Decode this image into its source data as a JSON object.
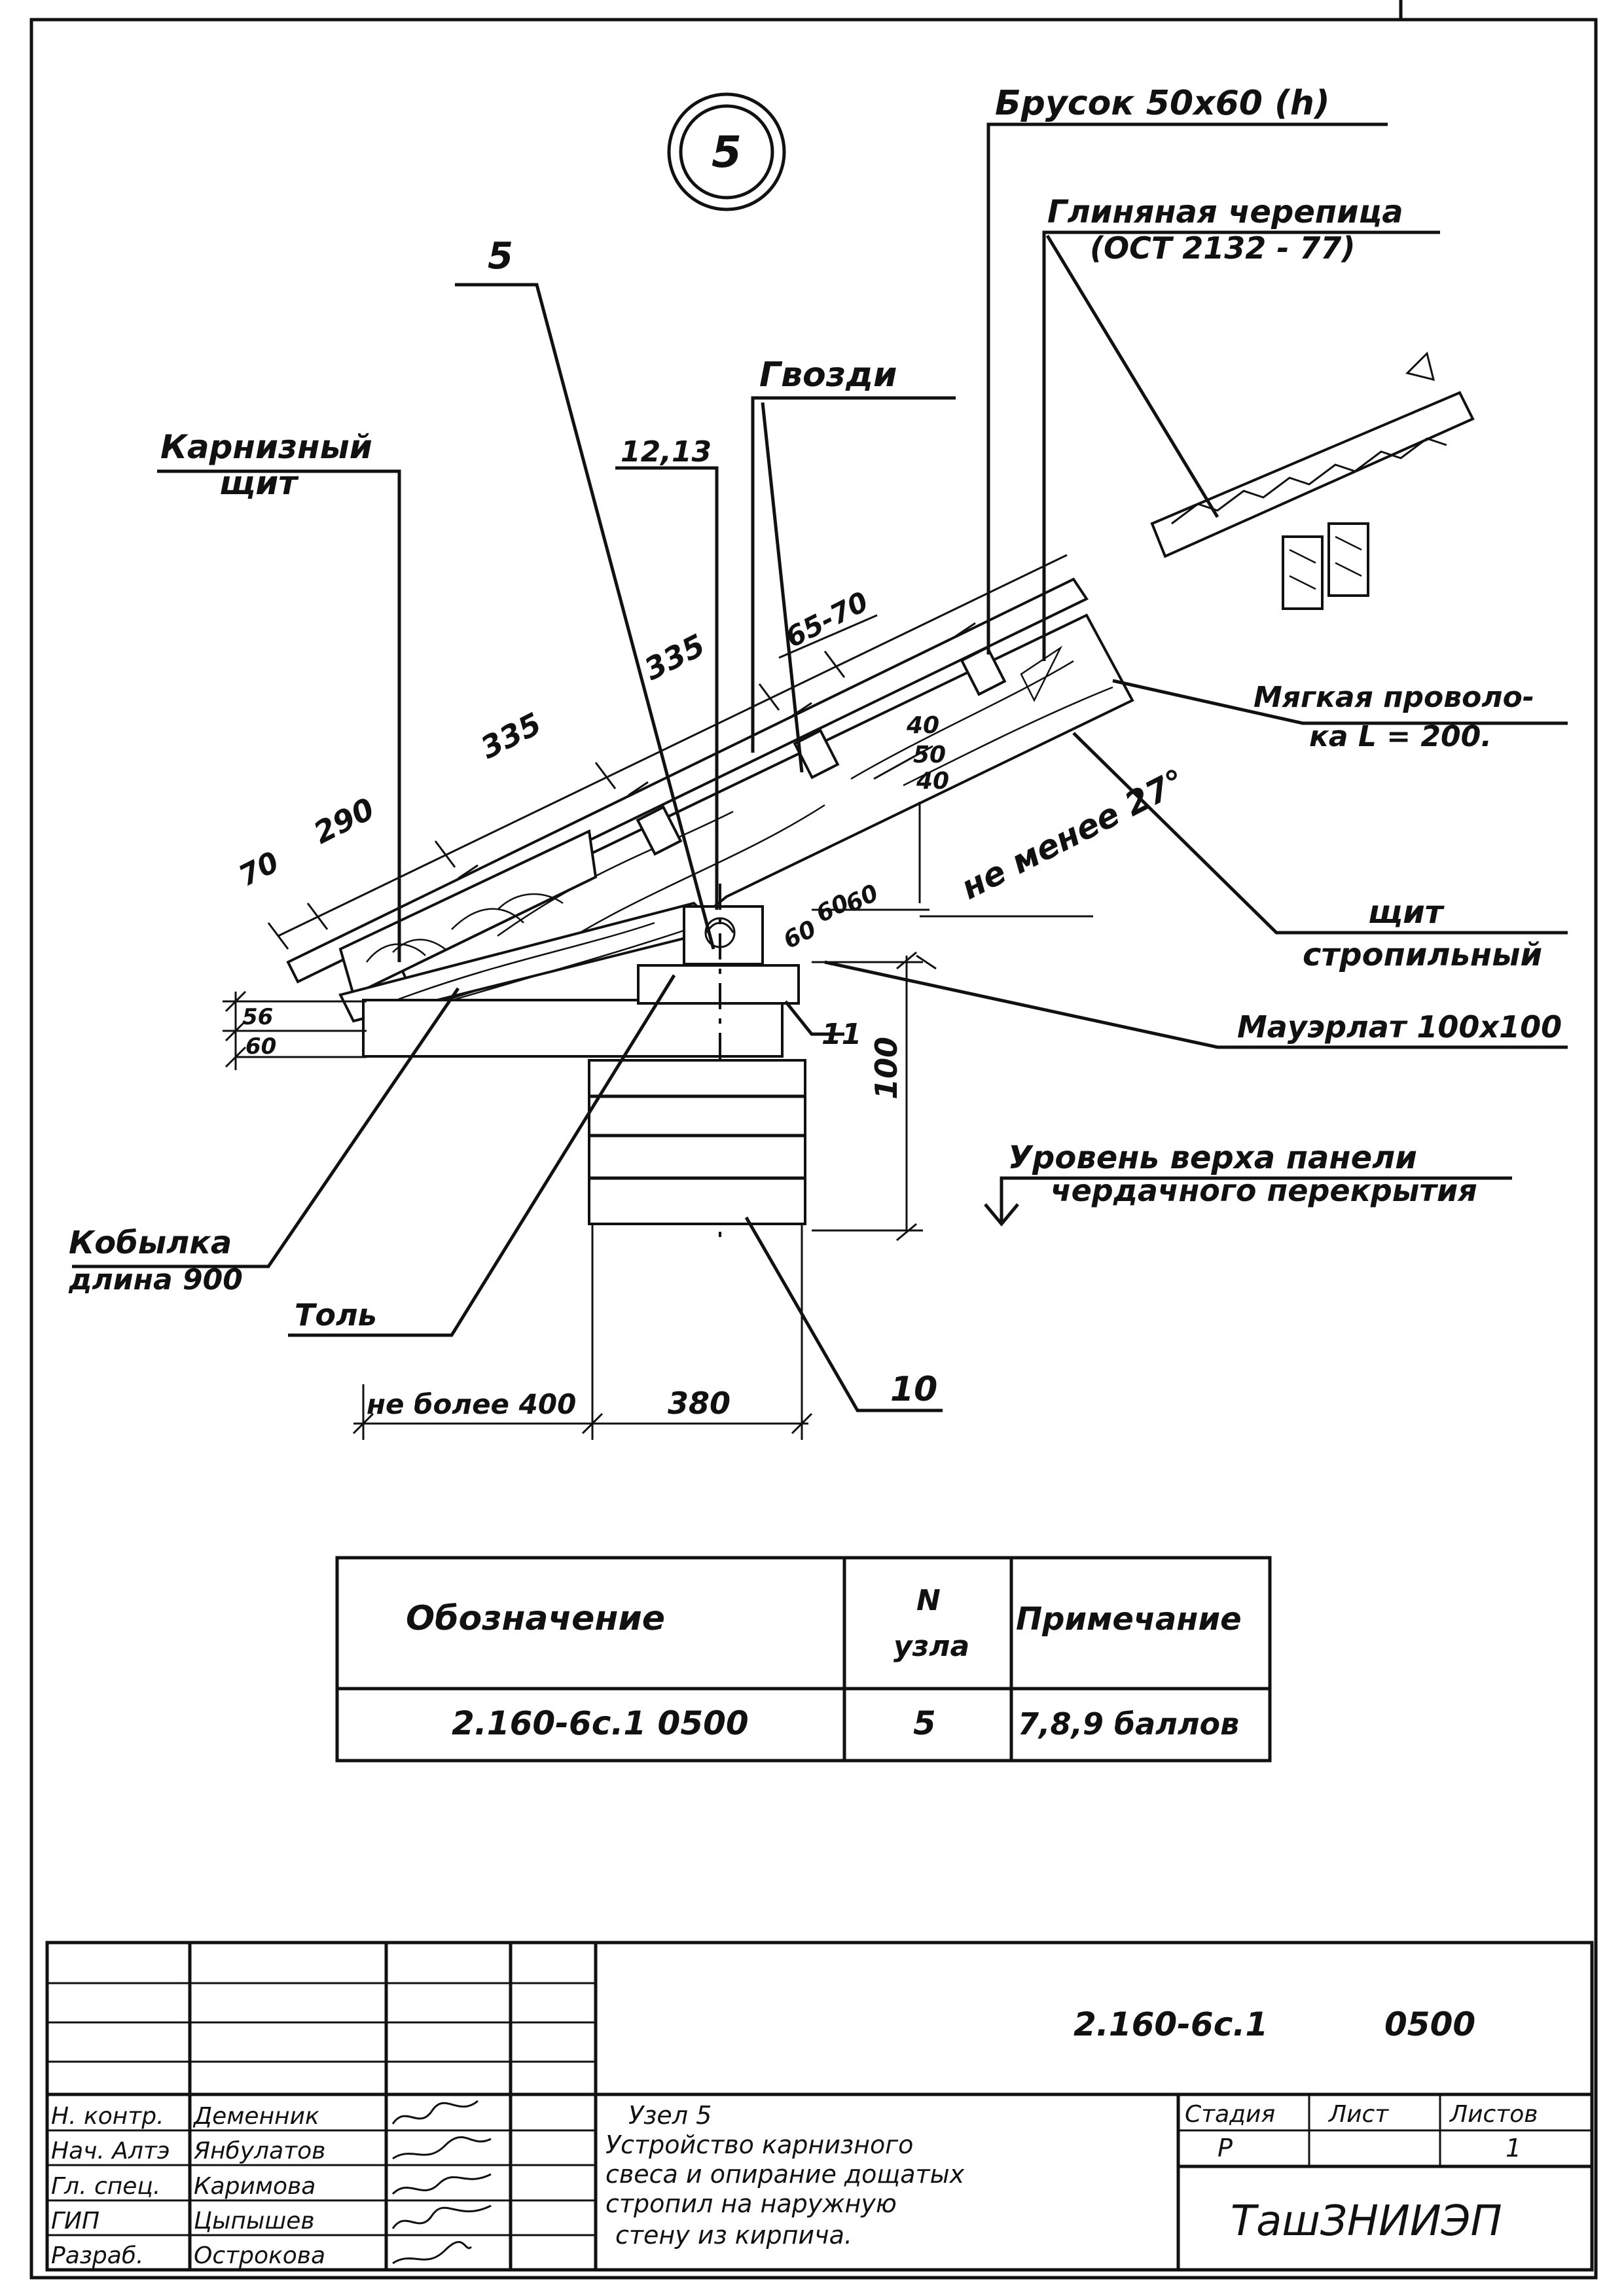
{
  "node_number": "5",
  "labels": {
    "brusok": "Брусок 50x60 (h)",
    "cherepitsa_1": "Глиняная черепица",
    "cherepitsa_2": "(ОСТ 2132 - 77)",
    "pos5": "5",
    "gvozdi": "Гвозди",
    "karniz_1": "Карнизный",
    "karniz_2": "щит",
    "pos_12_13": "12,13",
    "provoloka_1": "Мягкая проволо-",
    "provoloka_2": "ка L = 200.",
    "shchit_1": "щит",
    "shchit_2": "стропильный",
    "mauerlat": "Мауэрлат 100x100",
    "uroven_1": "Уровень верха панели",
    "uroven_2": "чердачного перекрытия",
    "kobylka_1": "Кобылка",
    "kobylka_2": "длина 900",
    "tol": "Толь",
    "pos10": "10",
    "pos11": "11",
    "ne_menee": "не менее 27°"
  },
  "dimensions": {
    "d70": "70",
    "d290": "290",
    "d335a": "335",
    "d335b": "335",
    "d65_70": "65-70",
    "d40a": "40",
    "d50": "50",
    "d40b": "40",
    "d56": "56",
    "d60": "60",
    "d60a": "60",
    "d60b": "60",
    "d60c": "60",
    "d100": "100",
    "ne_bolee": "не более 400",
    "d380": "380"
  },
  "table": {
    "headers": [
      "Обозначение",
      "N узла",
      "Примечание"
    ],
    "header_n_1": "N",
    "header_n_2": "узла",
    "row": [
      "2.160-6с.1 0500",
      "5",
      "7,8,9 баллов"
    ]
  },
  "title_block": {
    "doc_code": "2.160-6с.1",
    "doc_num": "0500",
    "roles": [
      "Н. контр.",
      "Нач. Алтэ",
      "Гл. спец.",
      "ГИП",
      "Разраб."
    ],
    "names": [
      "Деменник",
      "Янбулатов",
      "Каримова",
      "Цыпышев",
      "Острокова"
    ],
    "title_1": "Узел 5",
    "title_2": "Устройство карнизного",
    "title_3": "свеса и опирание дощатых",
    "title_4": "стропил на наружную",
    "title_5": "стену из кирпича.",
    "stage_h": "Стадия",
    "sheet_h": "Лист",
    "sheets_h": "Листов",
    "stage": "Р",
    "sheet": "",
    "sheets": "1",
    "org": "ТашЗНИИЭП"
  }
}
